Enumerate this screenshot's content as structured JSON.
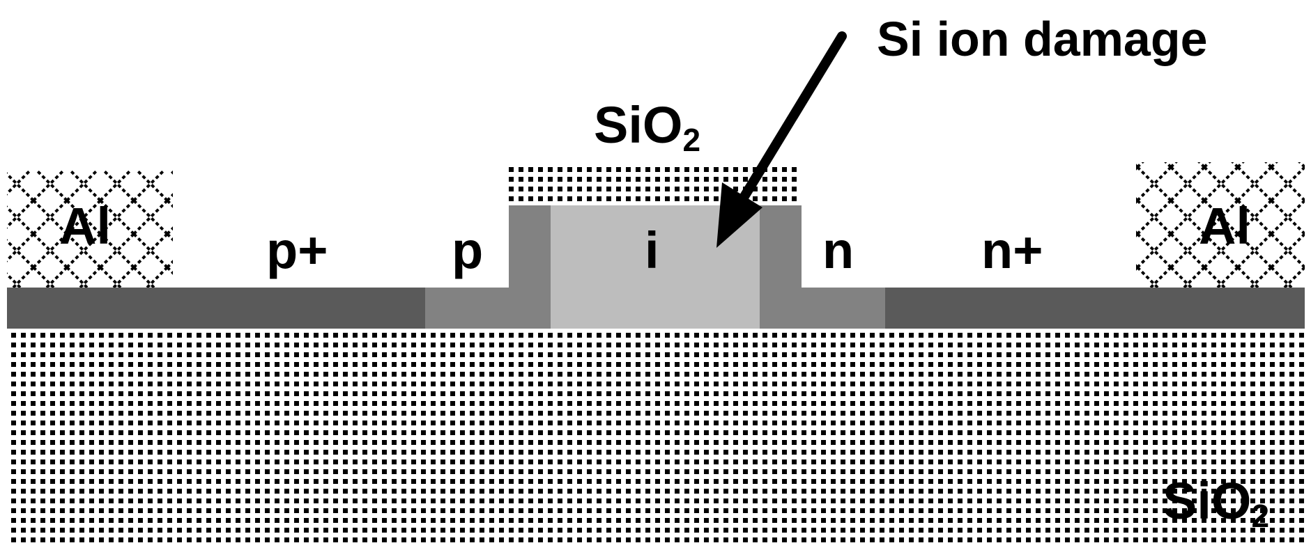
{
  "labels": {
    "annotation": "Si ion damage",
    "top_oxide_main": "SiO",
    "top_oxide_sub": "2",
    "bottom_oxide_main": "SiO",
    "bottom_oxide_sub": "2",
    "contact_left": "Al",
    "contact_right": "Al",
    "region_p_plus": "p+",
    "region_p": "p",
    "region_i": "i",
    "region_n": "n",
    "region_n_plus": "n+"
  },
  "colors": {
    "heavy_doped": "#5a5a5a",
    "light_doped": "#828282",
    "intrinsic": "#bdbdbd",
    "oxide_dots": "#000000",
    "background": "#ffffff",
    "arrow": "#000000"
  }
}
